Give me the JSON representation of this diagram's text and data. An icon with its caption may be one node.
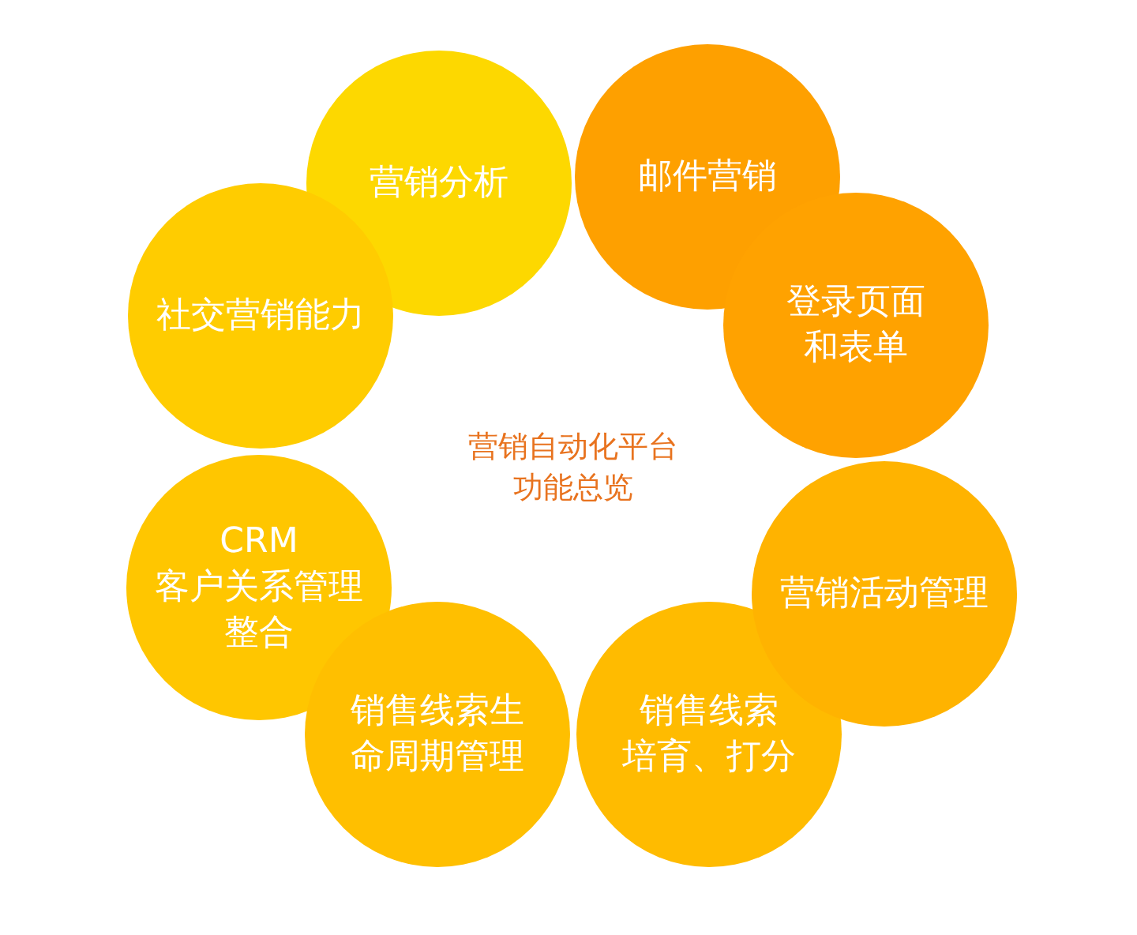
{
  "diagram": {
    "nodes": [
      {
        "text": [
          "营销分析"
        ]
      },
      {
        "text": [
          "邮件营销"
        ]
      },
      {
        "text": [
          "登录页面和表单"
        ]
      },
      {
        "text": [
          "营销活动管理"
        ]
      },
      {
        "text": [
          "销售线索培育、打分"
        ]
      },
      {
        "text": [
          "销售线索生命周期管理"
        ]
      },
      {
        "text": [
          "CRM客户关系管理整合"
        ]
      },
      {
        "text": [
          "社交营销能力"
        ]
      }
    ],
    "labels": [
      "营销自动化平台功能总览"
    ]
  }
}
